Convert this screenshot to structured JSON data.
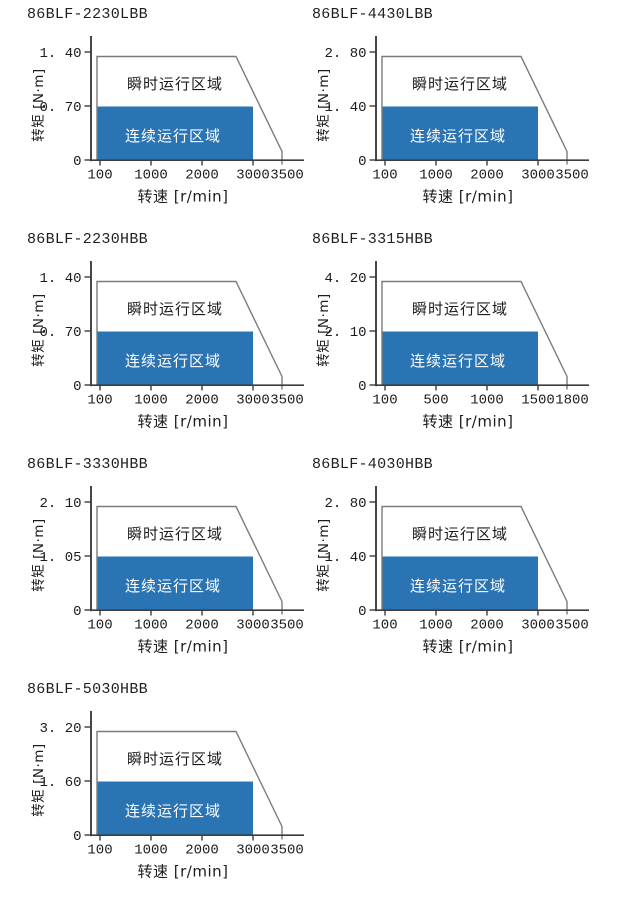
{
  "page": {
    "background": "#ffffff"
  },
  "labels": {
    "y_axis": "转矩 [N·m]",
    "x_axis": "转速 [r/min]",
    "instantaneous_region": "瞬时运行区域",
    "continuous_region": "连续运行区域"
  },
  "colors": {
    "continuous_fill": "#2b74b3",
    "region_outline": "#7b7b7b",
    "axis": "#3c3c3c",
    "text": "#1c1c1c"
  },
  "charts": [
    {
      "title": "86BLF-2230LBB",
      "y_tick_labels": [
        "1. 40",
        "0. 70",
        "0"
      ],
      "x_tick_labels": [
        "100",
        "1000",
        "2000",
        "3000",
        "3500"
      ]
    },
    {
      "title": "86BLF-4430LBB",
      "y_tick_labels": [
        "2. 80",
        "1. 40",
        "0"
      ],
      "x_tick_labels": [
        "100",
        "1000",
        "2000",
        "3000",
        "3500"
      ]
    },
    {
      "title": "86BLF-2230HBB",
      "y_tick_labels": [
        "1. 40",
        "0. 70",
        "0"
      ],
      "x_tick_labels": [
        "100",
        "1000",
        "2000",
        "3000",
        "3500"
      ]
    },
    {
      "title": "86BLF-3315HBB",
      "y_tick_labels": [
        "4. 20",
        "2. 10",
        "0"
      ],
      "x_tick_labels": [
        "100",
        "500",
        "1000",
        "1500",
        "1800"
      ]
    },
    {
      "title": "86BLF-3330HBB",
      "y_tick_labels": [
        "2. 10",
        "1. 05",
        "0"
      ],
      "x_tick_labels": [
        "100",
        "1000",
        "2000",
        "3000",
        "3500"
      ]
    },
    {
      "title": "86BLF-4030HBB",
      "y_tick_labels": [
        "2. 80",
        "1. 40",
        "0"
      ],
      "x_tick_labels": [
        "100",
        "1000",
        "2000",
        "3000",
        "3500"
      ]
    },
    {
      "title": "86BLF-5030HBB",
      "y_tick_labels": [
        "3. 20",
        "1. 60",
        "0"
      ],
      "x_tick_labels": [
        "100",
        "1000",
        "2000",
        "3000",
        "3500"
      ]
    }
  ],
  "chart_data": [
    {
      "type": "area",
      "title": "86BLF-2230LBB",
      "xlabel": "转速 [r/min]",
      "ylabel": "转矩 [N·m]",
      "x_ticks": [
        100,
        1000,
        2000,
        3000,
        3500
      ],
      "y_ticks": [
        0,
        0.7,
        1.4
      ],
      "xlim": [
        100,
        3700
      ],
      "ylim": [
        0,
        1.55
      ],
      "regions": [
        {
          "name": "连续运行区域",
          "kind": "continuous",
          "speed_range": [
            100,
            3000
          ],
          "torque_range": [
            0,
            0.7
          ],
          "fill": "#2b74b3"
        },
        {
          "name": "瞬时运行区域",
          "kind": "instantaneous",
          "torque_max": 1.4,
          "boundary_points": [
            [
              100,
              1.4
            ],
            [
              2700,
              1.4
            ],
            [
              3400,
              0
            ]
          ]
        }
      ]
    },
    {
      "type": "area",
      "title": "86BLF-4430LBB",
      "xlabel": "转速 [r/min]",
      "ylabel": "转矩 [N·m]",
      "x_ticks": [
        100,
        1000,
        2000,
        3000,
        3500
      ],
      "y_ticks": [
        0,
        1.4,
        2.8
      ],
      "xlim": [
        100,
        3700
      ],
      "ylim": [
        0,
        3.1
      ],
      "regions": [
        {
          "name": "连续运行区域",
          "kind": "continuous",
          "speed_range": [
            100,
            3000
          ],
          "torque_range": [
            0,
            1.4
          ],
          "fill": "#2b74b3"
        },
        {
          "name": "瞬时运行区域",
          "kind": "instantaneous",
          "torque_max": 2.8,
          "boundary_points": [
            [
              100,
              2.8
            ],
            [
              2700,
              2.8
            ],
            [
              3400,
              0
            ]
          ]
        }
      ]
    },
    {
      "type": "area",
      "title": "86BLF-2230HBB",
      "xlabel": "转速 [r/min]",
      "ylabel": "转矩 [N·m]",
      "x_ticks": [
        100,
        1000,
        2000,
        3000,
        3500
      ],
      "y_ticks": [
        0,
        0.7,
        1.4
      ],
      "xlim": [
        100,
        3700
      ],
      "ylim": [
        0,
        1.55
      ],
      "regions": [
        {
          "name": "连续运行区域",
          "kind": "continuous",
          "speed_range": [
            100,
            3000
          ],
          "torque_range": [
            0,
            0.7
          ],
          "fill": "#2b74b3"
        },
        {
          "name": "瞬时运行区域",
          "kind": "instantaneous",
          "torque_max": 1.4,
          "boundary_points": [
            [
              100,
              1.4
            ],
            [
              2700,
              1.4
            ],
            [
              3400,
              0
            ]
          ]
        }
      ]
    },
    {
      "type": "area",
      "title": "86BLF-3315HBB",
      "xlabel": "转速 [r/min]",
      "ylabel": "转矩 [N·m]",
      "x_ticks": [
        100,
        500,
        1000,
        1500,
        1800
      ],
      "y_ticks": [
        0,
        2.1,
        4.2
      ],
      "xlim": [
        100,
        1900
      ],
      "ylim": [
        0,
        4.65
      ],
      "regions": [
        {
          "name": "连续运行区域",
          "kind": "continuous",
          "speed_range": [
            100,
            1500
          ],
          "torque_range": [
            0,
            2.1
          ],
          "fill": "#2b74b3"
        },
        {
          "name": "瞬时运行区域",
          "kind": "instantaneous",
          "torque_max": 4.2,
          "boundary_points": [
            [
              100,
              4.2
            ],
            [
              1350,
              4.2
            ],
            [
              1750,
              0
            ]
          ]
        }
      ]
    },
    {
      "type": "area",
      "title": "86BLF-3330HBB",
      "xlabel": "转速 [r/min]",
      "ylabel": "转矩 [N·m]",
      "x_ticks": [
        100,
        1000,
        2000,
        3000,
        3500
      ],
      "y_ticks": [
        0,
        1.05,
        2.1
      ],
      "xlim": [
        100,
        3700
      ],
      "ylim": [
        0,
        2.35
      ],
      "regions": [
        {
          "name": "连续运行区域",
          "kind": "continuous",
          "speed_range": [
            100,
            3000
          ],
          "torque_range": [
            0,
            1.05
          ],
          "fill": "#2b74b3"
        },
        {
          "name": "瞬时运行区域",
          "kind": "instantaneous",
          "torque_max": 2.1,
          "boundary_points": [
            [
              100,
              2.1
            ],
            [
              2700,
              2.1
            ],
            [
              3400,
              0
            ]
          ]
        }
      ]
    },
    {
      "type": "area",
      "title": "86BLF-4030HBB",
      "xlabel": "转速 [r/min]",
      "ylabel": "转矩 [N·m]",
      "x_ticks": [
        100,
        1000,
        2000,
        3000,
        3500
      ],
      "y_ticks": [
        0,
        1.4,
        2.8
      ],
      "xlim": [
        100,
        3700
      ],
      "ylim": [
        0,
        3.1
      ],
      "regions": [
        {
          "name": "连续运行区域",
          "kind": "continuous",
          "speed_range": [
            100,
            3000
          ],
          "torque_range": [
            0,
            1.4
          ],
          "fill": "#2b74b3"
        },
        {
          "name": "瞬时运行区域",
          "kind": "instantaneous",
          "torque_max": 2.8,
          "boundary_points": [
            [
              100,
              2.8
            ],
            [
              2700,
              2.8
            ],
            [
              3400,
              0
            ]
          ]
        }
      ]
    },
    {
      "type": "area",
      "title": "86BLF-5030HBB",
      "xlabel": "转速 [r/min]",
      "ylabel": "转矩 [N·m]",
      "x_ticks": [
        100,
        1000,
        2000,
        3000,
        3500
      ],
      "y_ticks": [
        0,
        1.6,
        3.2
      ],
      "xlim": [
        100,
        3700
      ],
      "ylim": [
        0,
        3.55
      ],
      "regions": [
        {
          "name": "连续运行区域",
          "kind": "continuous",
          "speed_range": [
            100,
            3000
          ],
          "torque_range": [
            0,
            1.6
          ],
          "fill": "#2b74b3"
        },
        {
          "name": "瞬时运行区域",
          "kind": "instantaneous",
          "torque_max": 3.2,
          "boundary_points": [
            [
              100,
              3.2
            ],
            [
              2700,
              3.2
            ],
            [
              3400,
              0
            ]
          ]
        }
      ]
    }
  ]
}
